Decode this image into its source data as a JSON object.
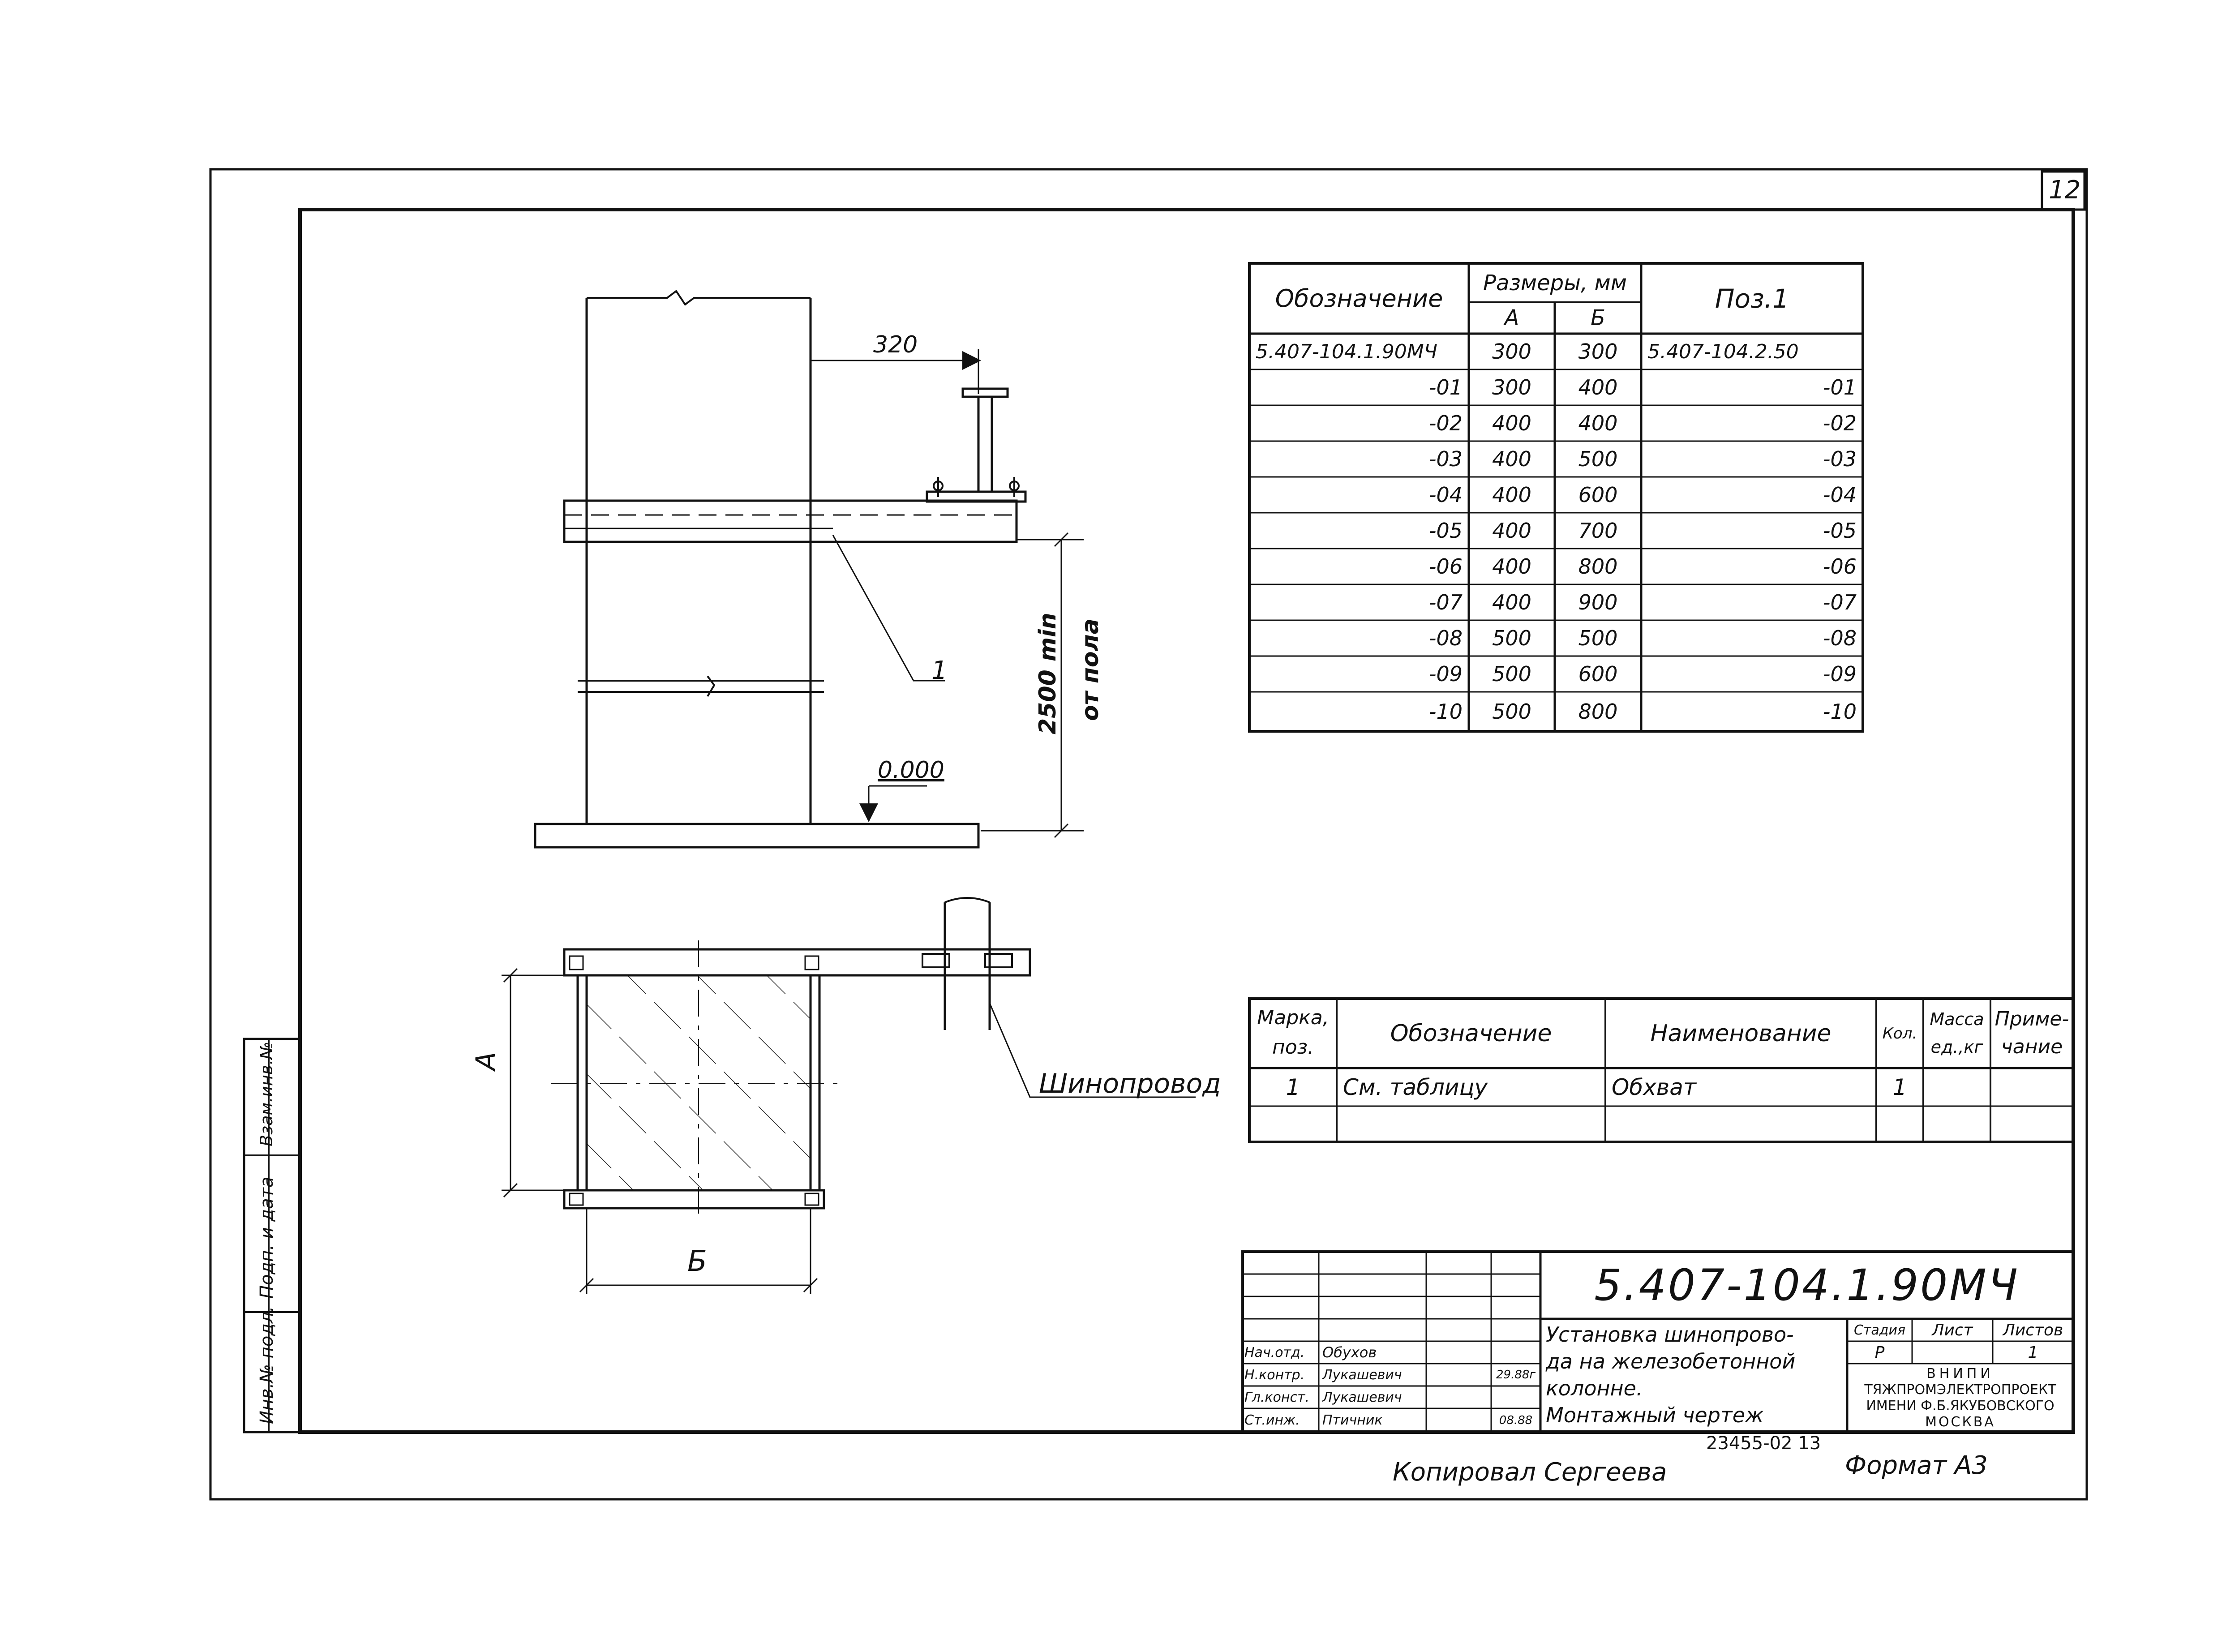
{
  "sheet": {
    "page_number": "12",
    "designation": "5.407-104.1.90МЧ",
    "title_lines": [
      "Установка шинопрово-",
      "да на железобетонной",
      "колонне."
    ],
    "drawing_type": "Монтажный чертеж",
    "stage_header": "Стадия",
    "sheet_header": "Лист",
    "sheets_header": "Листов",
    "stage": "Р",
    "sheet_total": "1",
    "org_lines": [
      "ВНИПИ",
      "ТЯЖПРОМЭЛЕКТРОПРОЕКТ",
      "ИМЕНИ Ф.Б.ЯКУБОВСКОГО",
      "МОСКВА"
    ],
    "copy_note": "Копировал Сергеева",
    "format": "Формат А3",
    "archive_number": "23455-02 13"
  },
  "side_stamp": {
    "inv_original": "Инв.№ подл.",
    "sign_date": "Подп. и дата",
    "inv_replace": "Взам.инв.№"
  },
  "signatures": [
    {
      "role": "Нач.отд.",
      "name": "Обухов",
      "sign": "",
      "date": ""
    },
    {
      "role": "Н.контр.",
      "name": "Лукашевич",
      "sign": "",
      "date": "29.88г"
    },
    {
      "role": "Гл.конст.",
      "name": "Лукашевич",
      "sign": "",
      "date": ""
    },
    {
      "role": "Ст.инж.",
      "name": "Птичник",
      "sign": "",
      "date": "08.88"
    }
  ],
  "drawing": {
    "dim_320": "320",
    "dim_2500": "2500 min",
    "dim_floor": "от пола",
    "level": "0.000",
    "position_label": "1",
    "dim_a": "А",
    "dim_b": "Б",
    "busbar_label": "Шинопровод"
  },
  "dims_table": {
    "col_designation": "Обозначение",
    "col_sizes": "Размеры, мм",
    "col_a": "А",
    "col_b": "Б",
    "col_pos": "Поз.1",
    "rows": [
      {
        "designation": "5.407-104.1.90МЧ",
        "a": "300",
        "b": "300",
        "pos": "5.407-104.2.50"
      },
      {
        "designation": "-01",
        "a": "300",
        "b": "400",
        "pos": "-01"
      },
      {
        "designation": "-02",
        "a": "400",
        "b": "400",
        "pos": "-02"
      },
      {
        "designation": "-03",
        "a": "400",
        "b": "500",
        "pos": "-03"
      },
      {
        "designation": "-04",
        "a": "400",
        "b": "600",
        "pos": "-04"
      },
      {
        "designation": "-05",
        "a": "400",
        "b": "700",
        "pos": "-05"
      },
      {
        "designation": "-06",
        "a": "400",
        "b": "800",
        "pos": "-06"
      },
      {
        "designation": "-07",
        "a": "400",
        "b": "900",
        "pos": "-07"
      },
      {
        "designation": "-08",
        "a": "500",
        "b": "500",
        "pos": "-08"
      },
      {
        "designation": "-09",
        "a": "500",
        "b": "600",
        "pos": "-09"
      },
      {
        "designation": "-10",
        "a": "500",
        "b": "800",
        "pos": "-10"
      }
    ]
  },
  "spec_table": {
    "col_mark_1": "Марка,",
    "col_mark_2": "поз.",
    "col_designation": "Обозначение",
    "col_name": "Наименование",
    "col_qty": "Кол.",
    "col_mass_1": "Масса",
    "col_mass_2": "ед.,кг",
    "col_note_1": "Приме-",
    "col_note_2": "чание",
    "rows": [
      {
        "mark": "1",
        "designation": "См. таблицу",
        "name": "Обхват",
        "qty": "1",
        "mass": "",
        "note": ""
      }
    ]
  }
}
